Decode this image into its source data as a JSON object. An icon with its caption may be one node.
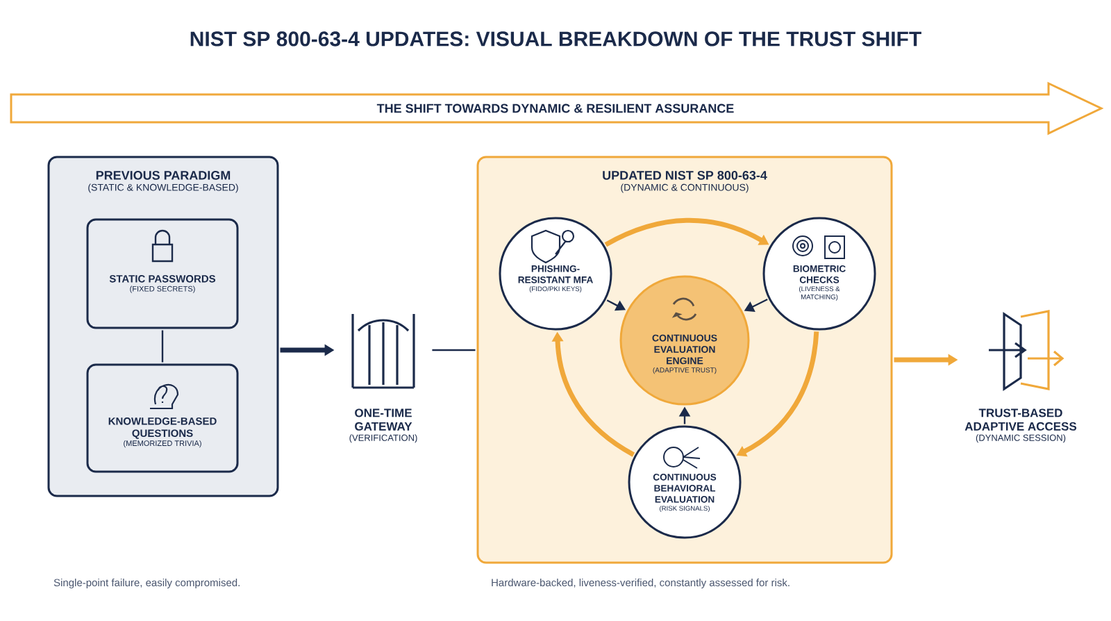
{
  "diagram": {
    "title": "NIST SP 800-63-4 UPDATES: VISUAL BREAKDOWN OF THE TRUST SHIFT",
    "nodes": [
      {
        "text": [
          "PREVIOUS PARADIGM",
          "(STATIC & KNOWLEDGE-BASED)"
        ]
      },
      {
        "text": [
          "STATIC PASSWORDS",
          "(FIXED SECRETS)"
        ],
        "in": 0
      },
      {
        "text": [
          "KNOWLEDGE-BASED QUESTIONS",
          "(MEMORIZED TRIVIA)"
        ],
        "in": 0
      },
      {
        "text": [
          "ONE-TIME GATEWAY",
          "(VERIFICATION)"
        ]
      },
      {
        "text": [
          "UPDATED NIST SP 800-63-4",
          "(DYNAMIC & CONTINUOUS)"
        ]
      },
      {
        "text": [
          "PHISHING-RESISTANT MFA",
          "(FIDO/PKI KEYS)"
        ],
        "in": 4
      },
      {
        "text": [
          "BIOMETRIC CHECKS",
          "(LIVENESS & MATCHING)"
        ],
        "in": 4
      },
      {
        "text": [
          "CONTINUOUS EVALUATION ENGINE",
          "(ADAPTIVE TRUST)"
        ],
        "in": 4
      },
      {
        "text": [
          "CONTINUOUS BEHAVIORAL EVALUATION",
          "(RISK SIGNALS)"
        ],
        "in": 4
      },
      {
        "text": [
          "TRUST-BASED ADAPTIVE ACCESS",
          "(DYNAMIC SESSION)"
        ]
      }
    ],
    "edges": [
      {
        "from": 1,
        "to": 2,
        "arrow": "none"
      },
      {
        "from": 0,
        "to": 3,
        "arrow": "to",
        "style": "thick"
      },
      {
        "from": 3,
        "to": 4,
        "arrow": "none"
      },
      {
        "from": 4,
        "to": 9,
        "arrow": "to",
        "style": "thick",
        "color": "#f0a83a"
      },
      {
        "from": 5,
        "to": 7,
        "arrow": "to"
      },
      {
        "from": 6,
        "to": 7,
        "arrow": "to"
      },
      {
        "from": 8,
        "to": 7,
        "arrow": "to"
      },
      {
        "from": 5,
        "to": 6,
        "arrow": "to",
        "style": "thick",
        "color": "#f0a83a"
      },
      {
        "from": 6,
        "to": 8,
        "arrow": "to",
        "style": "thick",
        "color": "#f0a83a"
      },
      {
        "from": 8,
        "to": 5,
        "arrow": "to",
        "style": "thick",
        "color": "#f0a83a"
      }
    ],
    "labels": [
      "THE SHIFT TOWARDS DYNAMIC & RESILIENT ASSURANCE",
      "Single-point failure, easily compromised.",
      "Hardware-backed, liveness-verified, constantly assessed for risk."
    ]
  }
}
